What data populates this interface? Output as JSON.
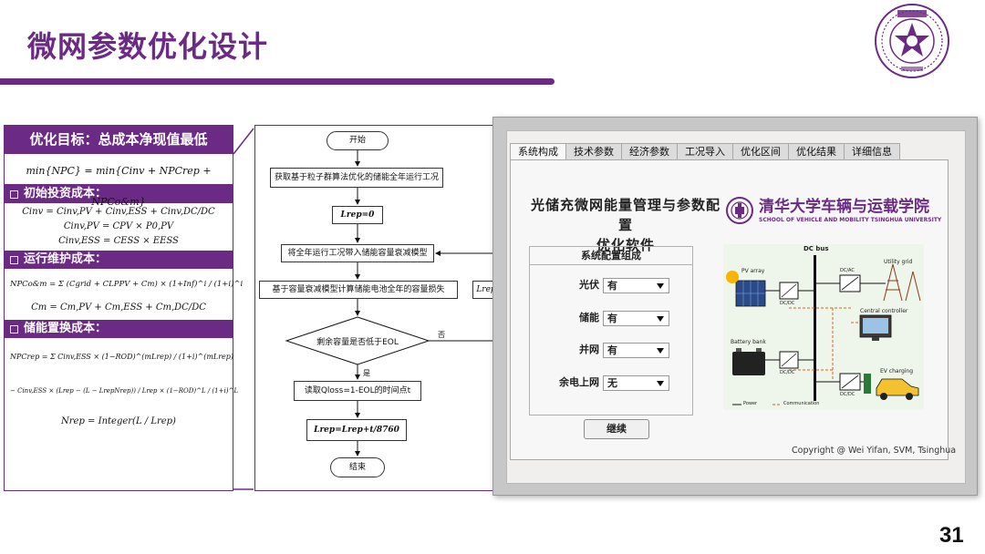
{
  "slide": {
    "title": "微网参数优化设计",
    "page_number": "31",
    "accent_color": "#6b2a84"
  },
  "formula_panel": {
    "header": "优化目标：总成本净现值最低",
    "objective": "min{NPC} = min{Cinv + NPCrep + NPCo&m}",
    "sections": [
      {
        "title": "初始投资成本：",
        "lines": [
          "Cinv = Cinv,PV + Cinv,ESS + Cinv,DC/DC",
          "Cinv,PV = CPV × P0,PV",
          "Cinv,ESS = CESS × EESS"
        ]
      },
      {
        "title": "运行维护成本：",
        "lines": [
          "NPCo&m = Σ (Cgrid + CLPPV + Cm) × (1+Inf)^i / (1+i)^i",
          "Cm = Cm,PV + Cm,ESS + Cm,DC/DC"
        ]
      },
      {
        "title": "储能置换成本：",
        "lines": [
          "NPCrep = Σ Cinv,ESS × (1−ROD)^(mLrep) / (1+i)^(mLrep)",
          "− Cinv,ESS × (Lrep − (L − LrepNrep)) / Lrep × (1−ROD)^L / (1+i)^L",
          "Nrep = Integer(L / Lrep)"
        ]
      }
    ]
  },
  "flowchart": {
    "start": "开始",
    "step1": "获取基于粒子群算法优化的储能全年运行工况",
    "step2": "Lrep=0",
    "step3": "将全年运行工况带入储能容量衰减模型",
    "step4": "基于容量衰减模型计算储能电池全年的容量损失",
    "side_box": "Lrep",
    "decision": "剩余容量是否低于EOL",
    "no_label": "否",
    "yes_label": "是",
    "step5": "读取Qloss=1-EOL的时间点t",
    "step6": "Lrep=Lrep+t/8760",
    "end": "结束"
  },
  "software": {
    "tabs": [
      {
        "label": "系统构成",
        "active": true
      },
      {
        "label": "技术参数",
        "active": false
      },
      {
        "label": "经济参数",
        "active": false
      },
      {
        "label": "工况导入",
        "active": false
      },
      {
        "label": "优化区间",
        "active": false
      },
      {
        "label": "优化结果",
        "active": false
      },
      {
        "label": "详细信息",
        "active": false
      }
    ],
    "title_line1": "光储充微网能量管理与参数配置",
    "title_line2": "优化软件",
    "school_cn": "清华大学车辆与运载学院",
    "school_en": "SCHOOL OF VEHICLE AND MOBILITY TSINGHUA UNIVERSITY",
    "config": {
      "title": "系统配置组成",
      "rows": [
        {
          "label": "光伏",
          "value": "有"
        },
        {
          "label": "储能",
          "value": "有"
        },
        {
          "label": "并网",
          "value": "有"
        },
        {
          "label": "余电上网",
          "value": "无"
        }
      ]
    },
    "continue_label": "继续",
    "copyright": "Copyright @ Wei Yifan, SVM, Tsinghua",
    "diagram": {
      "dc_bus": "DC bus",
      "pv_array": "PV array",
      "battery_bank": "Battery bank",
      "utility_grid": "Utility grid",
      "central_controller": "Central controller",
      "ev_charging": "EV charging",
      "dcdc": "DC/DC",
      "dcac": "DC/AC",
      "legend_power": "Power",
      "legend_comm": "Communication"
    }
  }
}
